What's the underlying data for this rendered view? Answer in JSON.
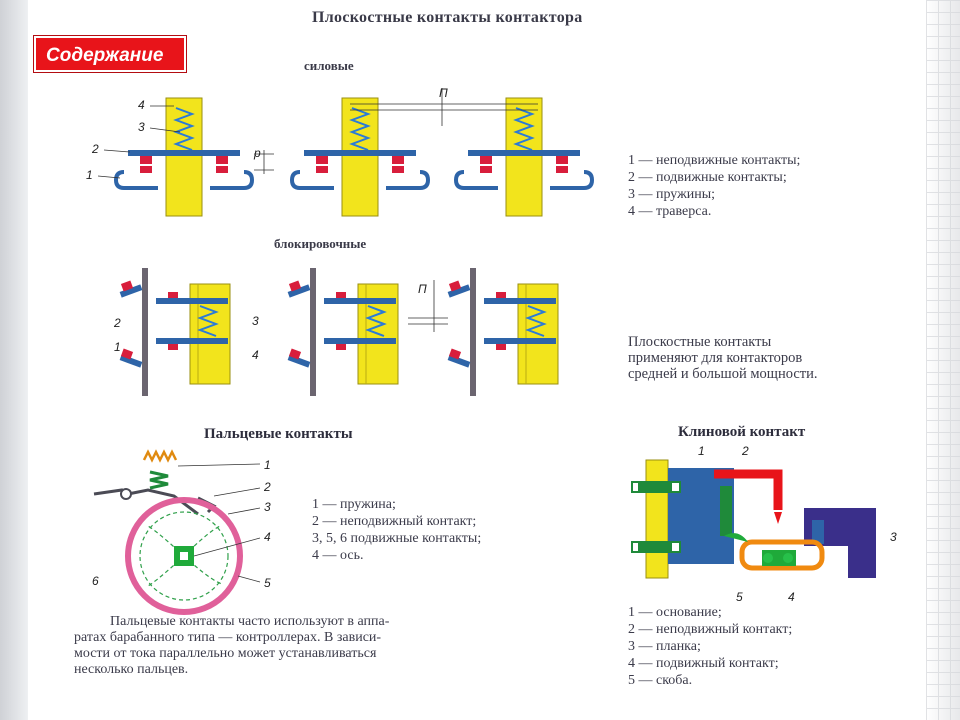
{
  "nav": {
    "contents_button": "Содержание"
  },
  "title": "Плоскостные контакты контактора",
  "power": {
    "label": "силовые",
    "gap_label": "П",
    "p_label": "р",
    "callouts": [
      "4",
      "3",
      "2",
      "1"
    ],
    "legend": [
      "1 — неподвижные контакты;",
      "2 — подвижные контакты;",
      "3 — пружины;",
      "4 — траверса."
    ]
  },
  "blocking": {
    "label": "блокировочные",
    "gap_label": "П",
    "callouts": [
      "2",
      "1",
      "3",
      "4"
    ],
    "note": [
      "Плоскостные     контакты",
      "применяют для контакторов",
      "средней и большой мощности."
    ]
  },
  "finger": {
    "title": "Пальцевые контакты",
    "callouts": [
      "1",
      "2",
      "3",
      "4",
      "5",
      "6"
    ],
    "legend": [
      "1 — пружина;",
      "2 — неподвижный контакт;",
      "3, 5, 6   подвижные контакты;",
      "4 — ось."
    ],
    "note": [
      "Пальцевые контакты часто используют в аппа-",
      "ратах барабанного типа — контроллерах. В зависи-",
      "мости от тока параллельно может устанавливаться",
      "несколько пальцев."
    ]
  },
  "wedge": {
    "title": "Клиновой контакт",
    "callouts": [
      "1",
      "2",
      "3",
      "4",
      "5"
    ],
    "legend": [
      "1 — основание;",
      "2 — неподвижный контакт;",
      "3 — планка;",
      "4 — подвижный контакт;",
      "5 — скоба."
    ]
  },
  "colors": {
    "accent_red": "#e8141a",
    "yellow": "#f2e41c",
    "blue": "#2e64a8",
    "contact_red": "#d81e3c",
    "green": "#1f8a3a",
    "magenta": "#e0609a"
  }
}
